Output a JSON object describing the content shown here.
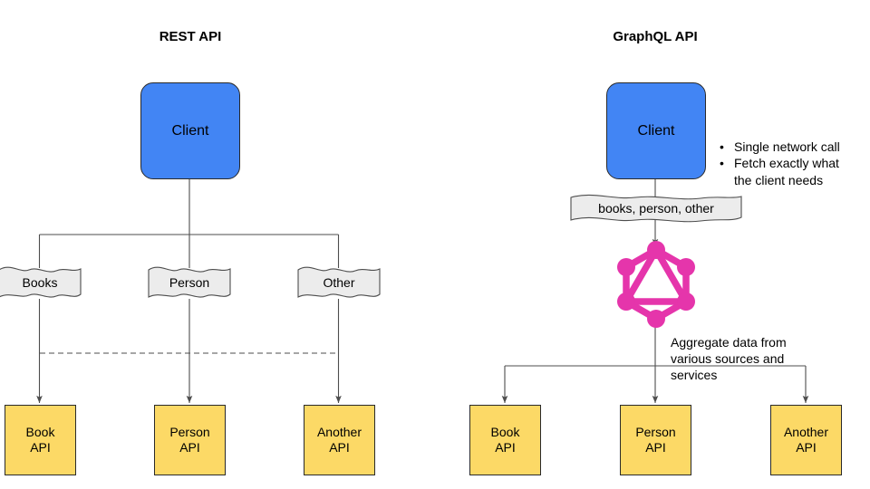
{
  "diagram": {
    "title_left": "REST API",
    "title_right": "GraphQL API",
    "colors": {
      "client_fill": "#4285F4",
      "api_fill": "#FCD966",
      "doc_fill": "#ECECEC",
      "graphql_pink": "#E535AB",
      "stroke": "#2a2a2a"
    }
  },
  "rest_panel": {
    "title": "REST API",
    "client": {
      "label": "Client"
    },
    "endpoints": [
      {
        "label": "Books"
      },
      {
        "label": "Person"
      },
      {
        "label": "Other"
      }
    ],
    "apis": [
      {
        "label": "Book\nAPI"
      },
      {
        "label": "Person\nAPI"
      },
      {
        "label": "Another\nAPI"
      }
    ]
  },
  "graphql_panel": {
    "title": "GraphQL API",
    "client": {
      "label": "Client"
    },
    "query_doc": {
      "label": "books, person, other"
    },
    "benefits": [
      "Single network call",
      "Fetch exactly what\nthe client needs"
    ],
    "aggregate_note": "Aggregate data from\nvarious sources and\nservices",
    "logo": {
      "name": "graphql-logo"
    },
    "apis": [
      {
        "label": "Book\nAPI"
      },
      {
        "label": "Person\nAPI"
      },
      {
        "label": "Another\nAPI"
      }
    ]
  }
}
